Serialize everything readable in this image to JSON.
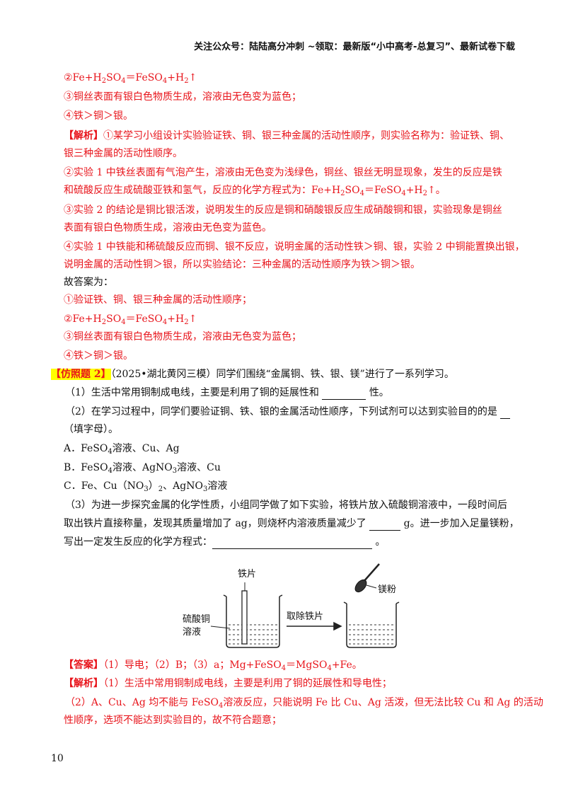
{
  "header": {
    "text": "关注公众号：陆陆高分冲刺 ~领取：最新版“小中高考-总复习”、最新试卷下载"
  },
  "top_answer": {
    "a2_pre": "②Fe+H",
    "a2_sub1": "2",
    "a2_mid1": "SO",
    "a2_sub2": "4",
    "a2_mid2": "＝FeSO",
    "a2_sub3": "4",
    "a2_mid3": "+H",
    "a2_sub4": "2",
    "a2_post": "↑",
    "a3": "③铜丝表面有银白色物质生成，溶液由无色变为蓝色；",
    "a4": "④铁＞铜＞银。"
  },
  "analysis1": {
    "tag": "【解析】",
    "p1_l1": "①某学习小组设计实验验证铁、铜、银三种金属的活动性顺序，则实验名称为：验证铁、铜、",
    "p1_l2": "银三种金属的活动性顺序。",
    "p2_l1": "②实验 1 中铁丝表面有气泡产生，溶液由无色变为浅绿色，铜丝、银丝无明显现象，发生的反应是铁",
    "p2_l2_pre": "和硫酸反应生成硫酸亚铁和氢气，反应的化学方程式为：Fe+H",
    "p2_l2_s1": "2",
    "p2_l2_m1": "SO",
    "p2_l2_s2": "4",
    "p2_l2_m2": "＝FeSO",
    "p2_l2_s3": "4",
    "p2_l2_m3": "+H",
    "p2_l2_s4": "2",
    "p2_l2_post": "↑。",
    "p3_l1": "③实验 2 的结论是铜比银活泼，说明发生的反应是铜和硝酸银反应生成硝酸铜和银，实验现象是铜丝",
    "p3_l2": "表面有银白色物质生成，溶液由无色变为蓝色。",
    "p4_l1": "④实验 1 中铁能和稀硫酸反应而铜、银不反应，说明金属的活动性铁＞铜、银，实验 2 中铜能置换出银，",
    "p4_l2": "说明金属的活动性铜＞银，所以实验结论：三种金属的活动性顺序为铁＞铜＞银。",
    "conclusion": "故答案为：",
    "c1": "①验证铁、铜、银三种金属的活动性顺序；",
    "c3": "③铜丝表面有银白色物质生成，溶液由无色变为蓝色；",
    "c4": "④铁＞铜＞银。"
  },
  "question": {
    "tag": "【仿照题 2】",
    "intro": "（2025•湖北黄冈三模）同学们围绕“金属铜、铁、银、镁”进行了一系列学习。",
    "q1_pre": "（1）生活中常用铜制成电线，主要是利用了铜的延展性和",
    "q1_post": "性。",
    "q2_l1": "（2）在学习过程中，同学们要验证铜、铁、银的金属活动性顺序，下列试剂可以达到实验目的的是",
    "q2_l2": "（填字母）。",
    "optA_pre": "A．FeSO",
    "optA_sub": "4",
    "optA_post": "溶液、Cu、Ag",
    "optB_pre": "B．FeSO",
    "optB_sub": "4",
    "optB_mid": "溶液、AgNO",
    "optB_sub2": "3",
    "optB_post": "溶液、Cu",
    "optC_pre": "C．Fe、Cu（NO",
    "optC_sub": "3",
    "optC_mid": "）",
    "optC_sub2": "2",
    "optC_mid2": "、AgNO",
    "optC_sub3": "3",
    "optC_post": "溶液",
    "q3_l1": "（3）为进一步探究金属的化学性质，小组同学做了如下实验，将铁片放入硫酸铜溶液中，一段时间后",
    "q3_l2_pre": "取出铁片直接称量，发现其质量增加了 ag，则烧杯内溶液质量减少了",
    "q3_l2_post": "g。进一步加入足量镁粉，",
    "q3_l3_pre": "写出一定发生反应的化学方程式：",
    "q3_l3_post": "。"
  },
  "figure": {
    "label_iron": "铁片",
    "label_solution_1": "硫酸铜",
    "label_solution_2": "溶液",
    "label_arrow": "取除铁片",
    "label_mg": "镁粉"
  },
  "answer2": {
    "tag": "【答案】",
    "text_pre": "（1）导电；（2）B；（3）a；Mg+FeSO",
    "text_sub1": "4",
    "text_mid": "＝MgSO",
    "text_sub2": "4",
    "text_post": "+Fe。"
  },
  "analysis2": {
    "tag": "【解析】",
    "l1": "（1）生活中常用铜制成电线，主要是利用了铜的延展性和导电性；",
    "l2_pre": "（2）A、Cu、Ag 均不能与 FeSO",
    "l2_sub": "4",
    "l2_post": "溶液反应，只能说明 Fe 比 Cu、Ag 活泼，但无法比较 Cu 和 Ag 的活动",
    "l3": "性顺序，选项不能达到实验目的，故不符合题意；"
  },
  "page_number": "10"
}
